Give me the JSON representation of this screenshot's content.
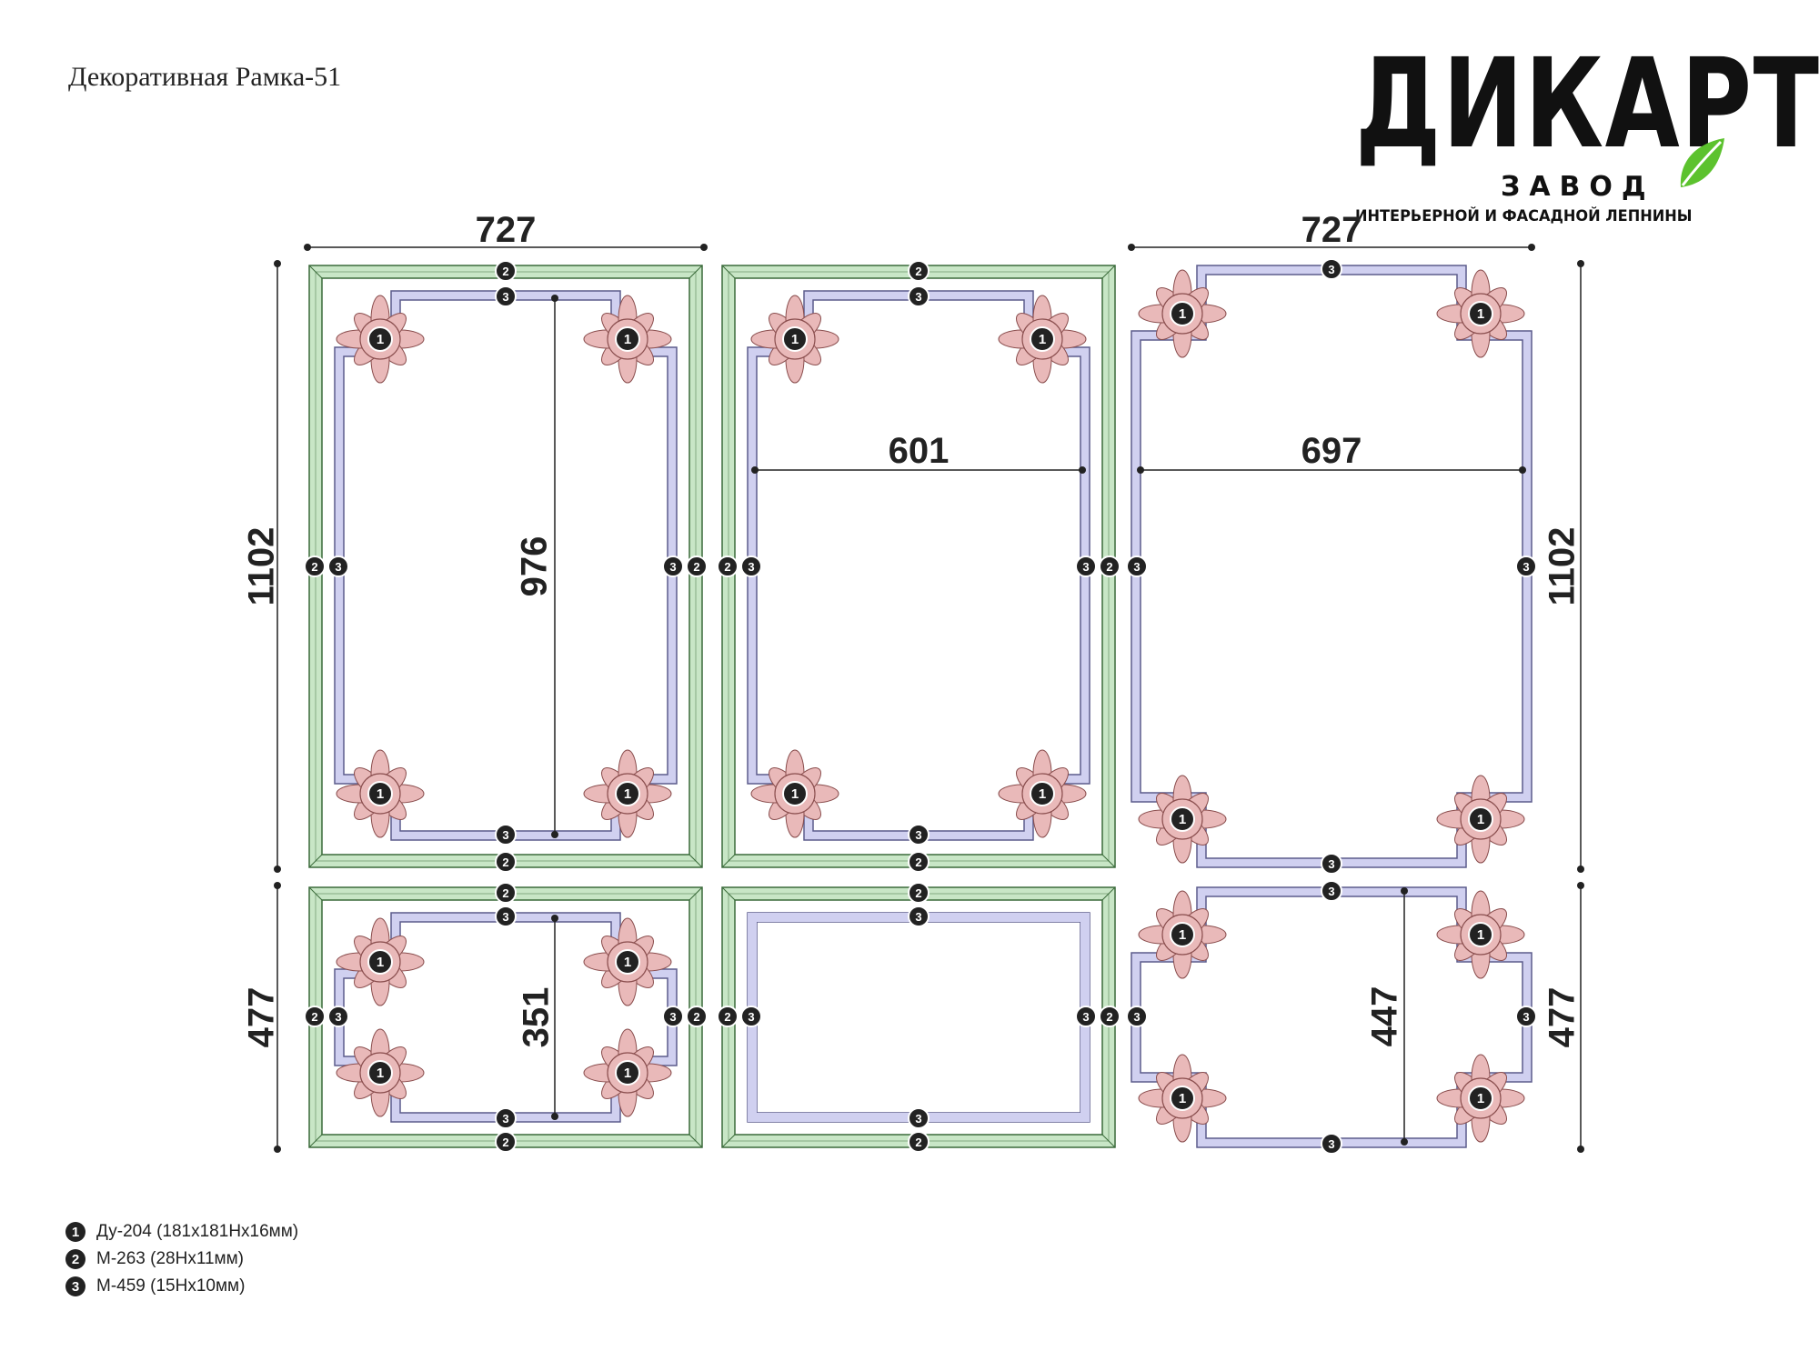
{
  "title": "Декоративная Рамка-51",
  "logo": {
    "name": "ДИКАРТ",
    "line2": "ЗАВОД",
    "line3": "ИНТЕРЬЕРНОЙ И ФАСАДНОЙ ЛЕПНИНЫ"
  },
  "colors": {
    "outer_molding": "#c8e6c6",
    "outer_stroke": "#3a6a3a",
    "inner_molding": "#d0d0f0",
    "inner_stroke": "#5c5c8c",
    "ornament": "#e9b9b9",
    "ornament_stroke": "#8a4e4e",
    "dimension": "#222222"
  },
  "dimensions": {
    "top_left_width": "727",
    "top_right_width": "727",
    "left_height_top": "1102",
    "right_height_top": "1102",
    "left_height_bottom": "477",
    "right_height_bottom": "477",
    "inner_976": "976",
    "inner_601": "601",
    "inner_697": "697",
    "inner_351": "351",
    "inner_447": "447"
  },
  "markers": {
    "ornament": "1",
    "outer": "2",
    "inner": "3"
  },
  "legend": [
    {
      "num": "1",
      "text": "Ду-204 (181х181Нх16мм)"
    },
    {
      "num": "2",
      "text": "М-263 (28Нх11мм)"
    },
    {
      "num": "3",
      "text": "М-459 (15Нх10мм)"
    }
  ]
}
